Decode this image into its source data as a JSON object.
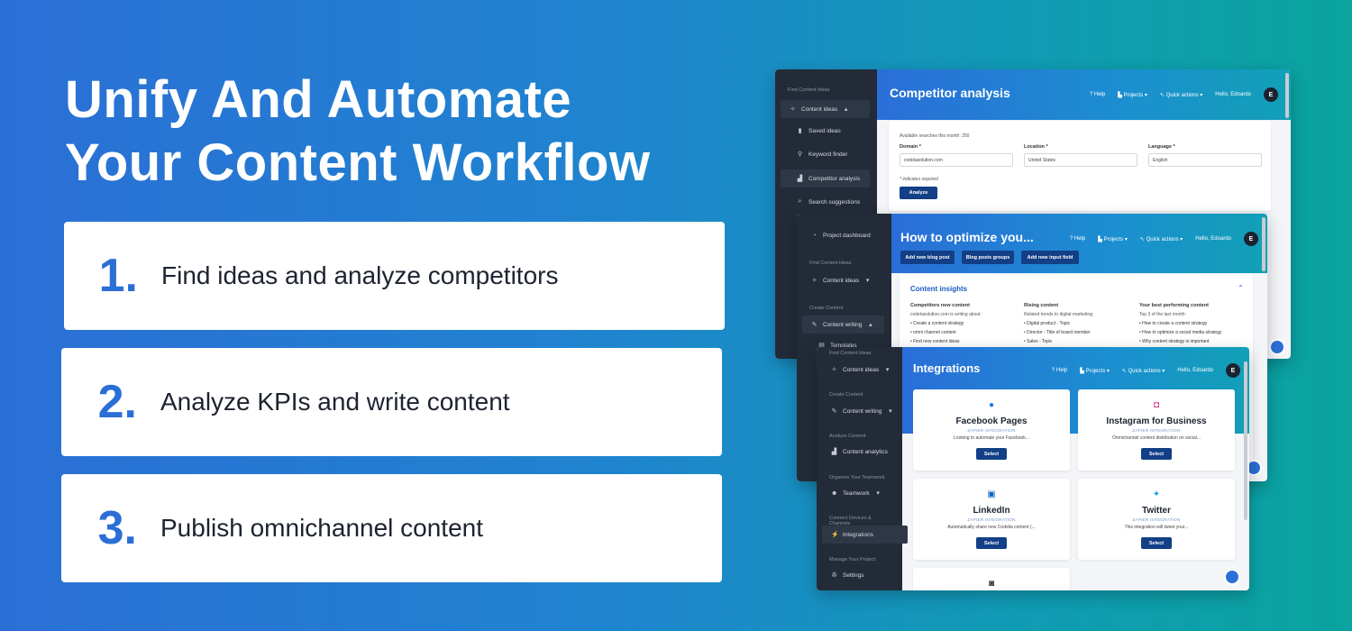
{
  "headline": {
    "line1": "Unify And Automate",
    "line2": "Your Content Workflow"
  },
  "steps": [
    {
      "num": "1.",
      "text": "Find ideas and analyze competitors"
    },
    {
      "num": "2.",
      "text": "Analyze KPIs and write content"
    },
    {
      "num": "3.",
      "text": "Publish omnichannel content"
    }
  ],
  "header_nav": {
    "help": "Help",
    "projects": "Projects",
    "quick": "Quick actions",
    "hello": "Hello, Edoardo",
    "avatar": "E"
  },
  "w1": {
    "sidebar": {
      "find": "Find Content Ideas",
      "content_ideas": "Content ideas",
      "saved": "Saved ideas",
      "keyword": "Keyword finder",
      "competitor": "Competitor analysis",
      "search": "Search suggestions"
    },
    "title": "Competitor analysis",
    "avail": "Available searches this month: 250",
    "domain_label": "Domain *",
    "domain_value": "codelasolution.com",
    "location_label": "Location *",
    "location_value": "United States",
    "language_label": "Language *",
    "language_value": "English",
    "required": "* indicates required",
    "analyze": "Analyze"
  },
  "w2": {
    "sidebar": {
      "dashboard": "Project dashboard",
      "find": "Find Content Ideas",
      "content_ideas": "Content ideas",
      "create": "Create Content",
      "writing": "Content writing",
      "templates": "Templates"
    },
    "title": "How to optimize you...",
    "buttons": [
      "Add new blog post",
      "Blog posts groups",
      "Add new input field"
    ],
    "insights": "Content insights",
    "col1": {
      "h": "Competitors new content",
      "sub": "codelasolution.com is writing about:",
      "items": [
        "Create a content strategy",
        "omni channel content",
        "Find new content ideas"
      ]
    },
    "col2": {
      "h": "Rising content",
      "sub": "Related trends to digital marketing:",
      "items": [
        "Digital product - Topic",
        "Director - Title of board member",
        "Sales - Topic"
      ]
    },
    "col3": {
      "h": "Your best performing content",
      "sub": "Top 3 of the last month:",
      "items": [
        "How to create a content strategy",
        "How to optimize a social media strategy",
        "Why content strategy is important"
      ]
    }
  },
  "w3": {
    "sidebar": {
      "find": "Find Content Ideas",
      "content_ideas": "Content ideas",
      "create": "Create Content",
      "writing": "Content writing",
      "analyze": "Analyze Content",
      "analytics": "Content analytics",
      "organize": "Organize Your Teamwork",
      "teamwork": "Teamwork",
      "connect": "Connect Devices & Channels",
      "integrations": "Integrations",
      "manage": "Manage Your Project",
      "settings": "Settings"
    },
    "title": "Integrations",
    "cards": [
      {
        "name": "Facebook Pages",
        "zap": "ZAPIER INTEGRATION",
        "desc": "Looking to automate your Facebook...",
        "btn": "Select"
      },
      {
        "name": "Instagram for Business",
        "zap": "ZAPIER INTEGRATION",
        "desc": "Omnichannel content distribution on social...",
        "btn": "Select"
      },
      {
        "name": "LinkedIn",
        "zap": "ZAPIER INTEGRATION",
        "desc": "Automatically share new Codelia content (...",
        "btn": "Select"
      },
      {
        "name": "Twitter",
        "zap": "ZAPIER INTEGRATION",
        "desc": "This integration will tweet your...",
        "btn": "Select"
      }
    ]
  },
  "colors": {
    "accent": "#2b6fd6",
    "dark_button": "#123f86",
    "sidebar": "#232b38"
  }
}
